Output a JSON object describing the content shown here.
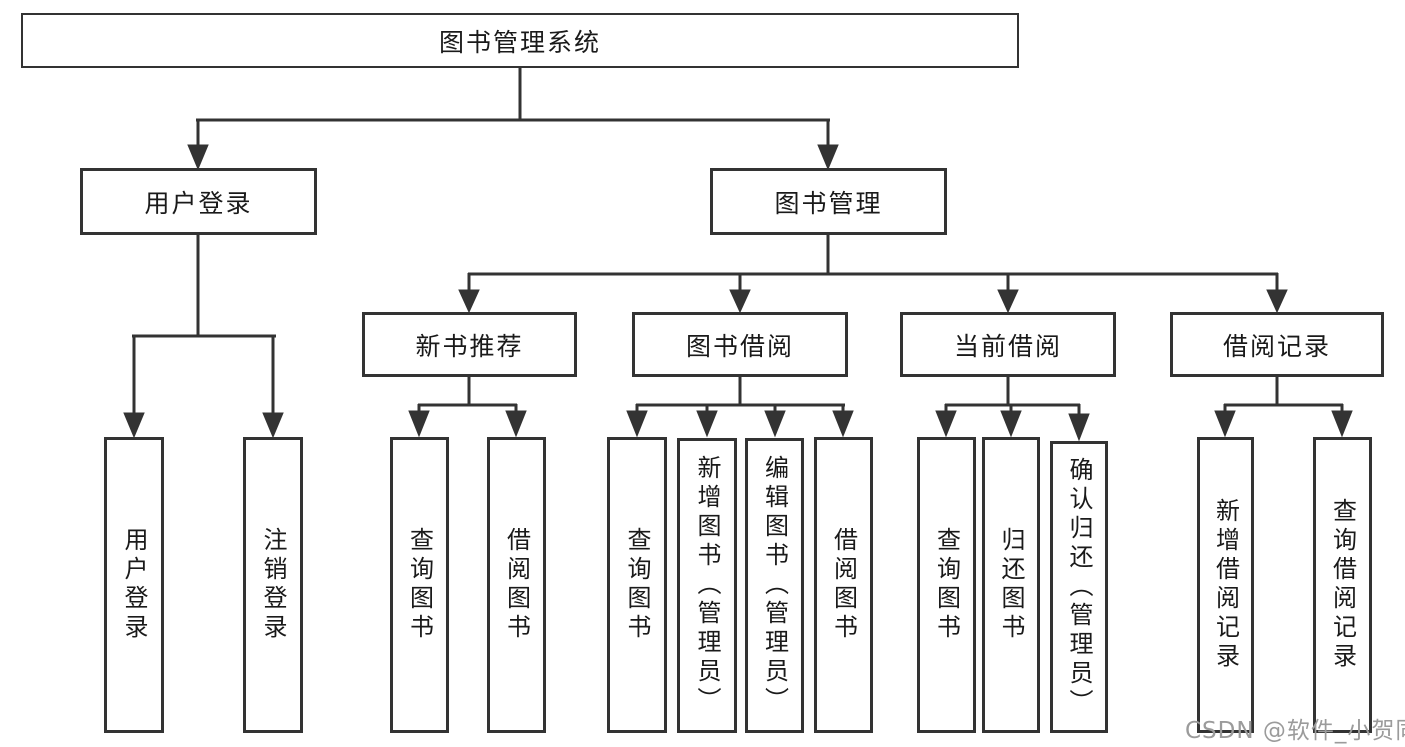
{
  "diagram_type": "hierarchy-tree",
  "root": {
    "label": "图书管理系统"
  },
  "level2": [
    {
      "label": "用户登录",
      "children": [
        {
          "label": "用户登录"
        },
        {
          "label": "注销登录"
        }
      ]
    },
    {
      "label": "图书管理",
      "children": [
        {
          "label": "新书推荐",
          "children": [
            {
              "label": "查询图书"
            },
            {
              "label": "借阅图书"
            }
          ]
        },
        {
          "label": "图书借阅",
          "children": [
            {
              "label": "查询图书"
            },
            {
              "label": "新增图书（管理员）"
            },
            {
              "label": "编辑图书（管理员）"
            },
            {
              "label": "借阅图书"
            }
          ]
        },
        {
          "label": "当前借阅",
          "children": [
            {
              "label": "查询图书"
            },
            {
              "label": "归还图书"
            },
            {
              "label": "确认归还（管理员）"
            }
          ]
        },
        {
          "label": "借阅记录",
          "children": [
            {
              "label": "新增借阅记录"
            },
            {
              "label": "查询借阅记录"
            }
          ]
        }
      ]
    }
  ],
  "watermark": {
    "text": "CSDN @软件_小贺同学"
  },
  "colors": {
    "line": "#333333",
    "text": "#1a1a1a",
    "watermark": "#9b9b9b",
    "background": "#ffffff"
  }
}
